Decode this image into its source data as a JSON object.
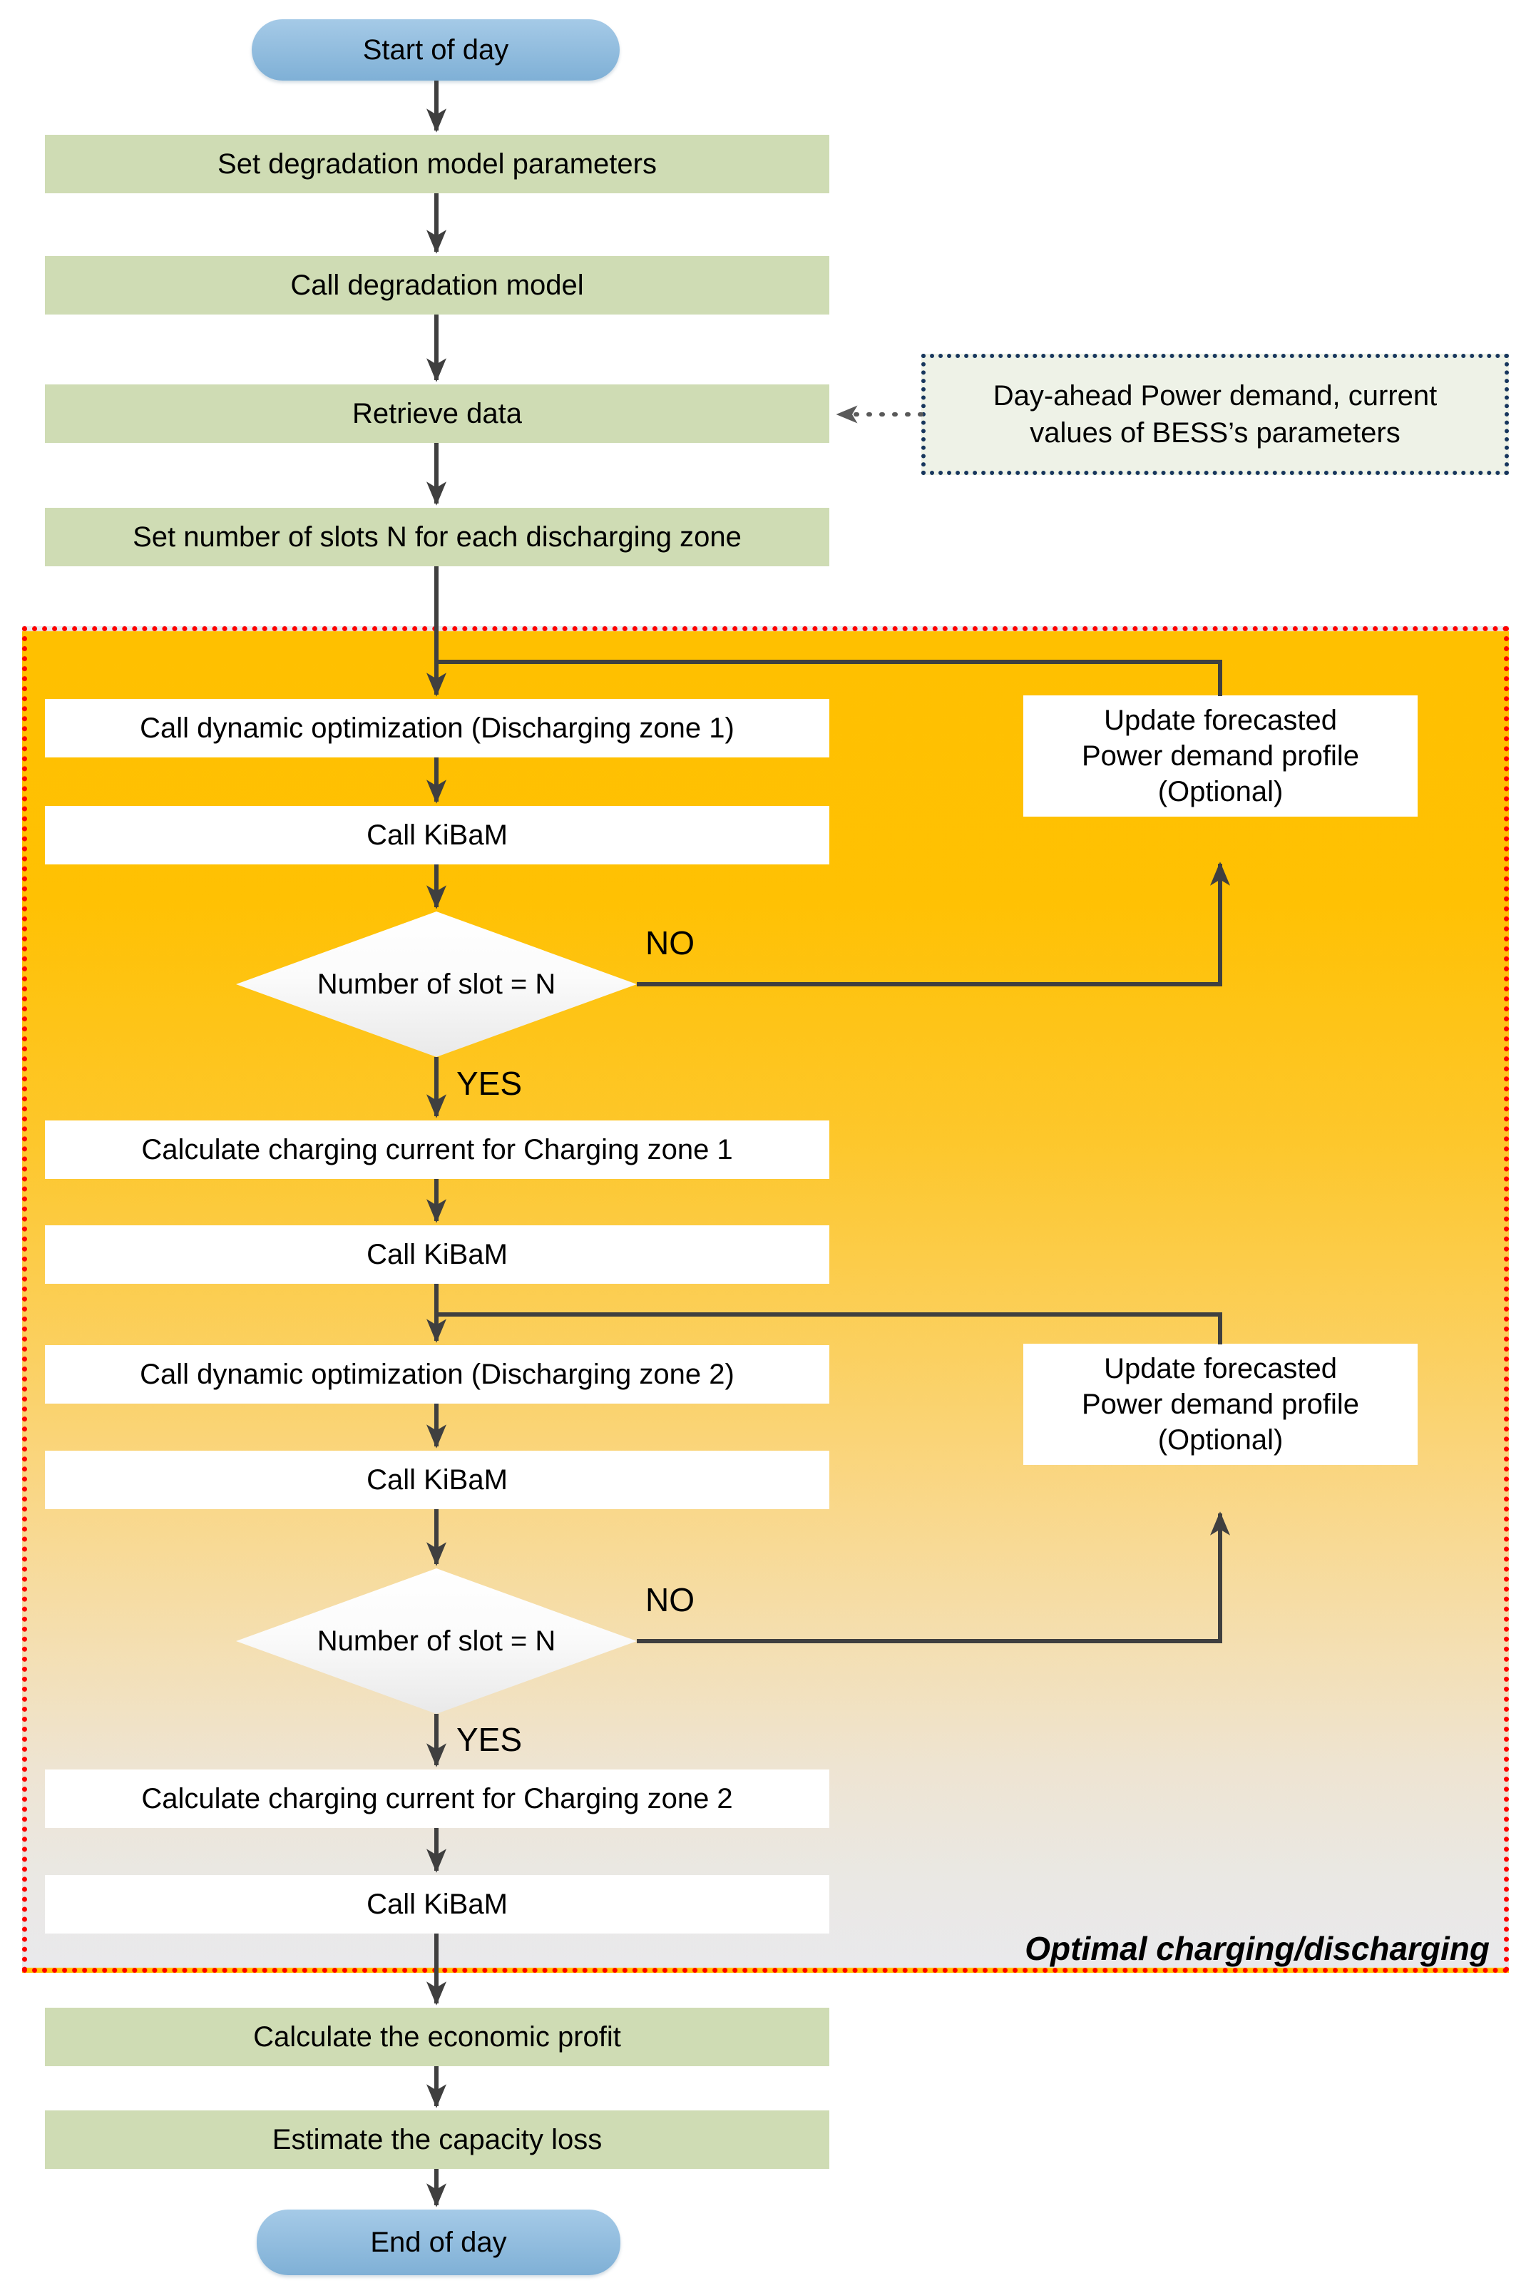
{
  "colors": {
    "arrow": "#3f3f3f",
    "green-box": "#cfdcb4",
    "blue-top": "#a5cae7",
    "blue-bottom": "#7fb0d6",
    "white-box": "#ffffff",
    "orange-top": "#ffc000",
    "orange-bottom": "#e9e9ec",
    "red-border": "#fe0000",
    "navy-border": "#17365d",
    "note-fill": "#eef2e7",
    "text": "#000000"
  },
  "flow": {
    "start": "Start of day",
    "set_params": "Set degradation model parameters",
    "call_degradation": "Call degradation model",
    "retrieve_data": "Retrieve data",
    "note_line1": "Day-ahead Power demand, current",
    "note_line2": "values of BESS’s parameters",
    "set_slots": "Set number of slots N for each discharging zone",
    "call_dyn_opt_zone1": "Call dynamic optimization (Discharging zone 1)",
    "call_kibam_1": "Call KiBaM",
    "decision_1": "Number of slot = N",
    "no_1": "NO",
    "yes_1": "YES",
    "update_forecast_1_line1": "Update forecasted",
    "update_forecast_1_line2": "Power demand profile",
    "update_forecast_1_line3": "(Optional)",
    "calc_charging_zone1": "Calculate charging current for Charging zone 1",
    "call_kibam_2": "Call KiBaM",
    "call_dyn_opt_zone2": "Call dynamic optimization (Discharging zone 2)",
    "call_kibam_3": "Call KiBaM",
    "decision_2": "Number of slot = N",
    "no_2": "NO",
    "yes_2": "YES",
    "update_forecast_2_line1": "Update forecasted",
    "update_forecast_2_line2": "Power demand profile",
    "update_forecast_2_line3": "(Optional)",
    "calc_charging_zone2": "Calculate charging current for Charging zone 2",
    "call_kibam_4": "Call KiBaM",
    "region_label": "Optimal charging/discharging",
    "calc_profit": "Calculate the economic profit",
    "estimate_loss": "Estimate the capacity loss",
    "end": "End of day"
  }
}
